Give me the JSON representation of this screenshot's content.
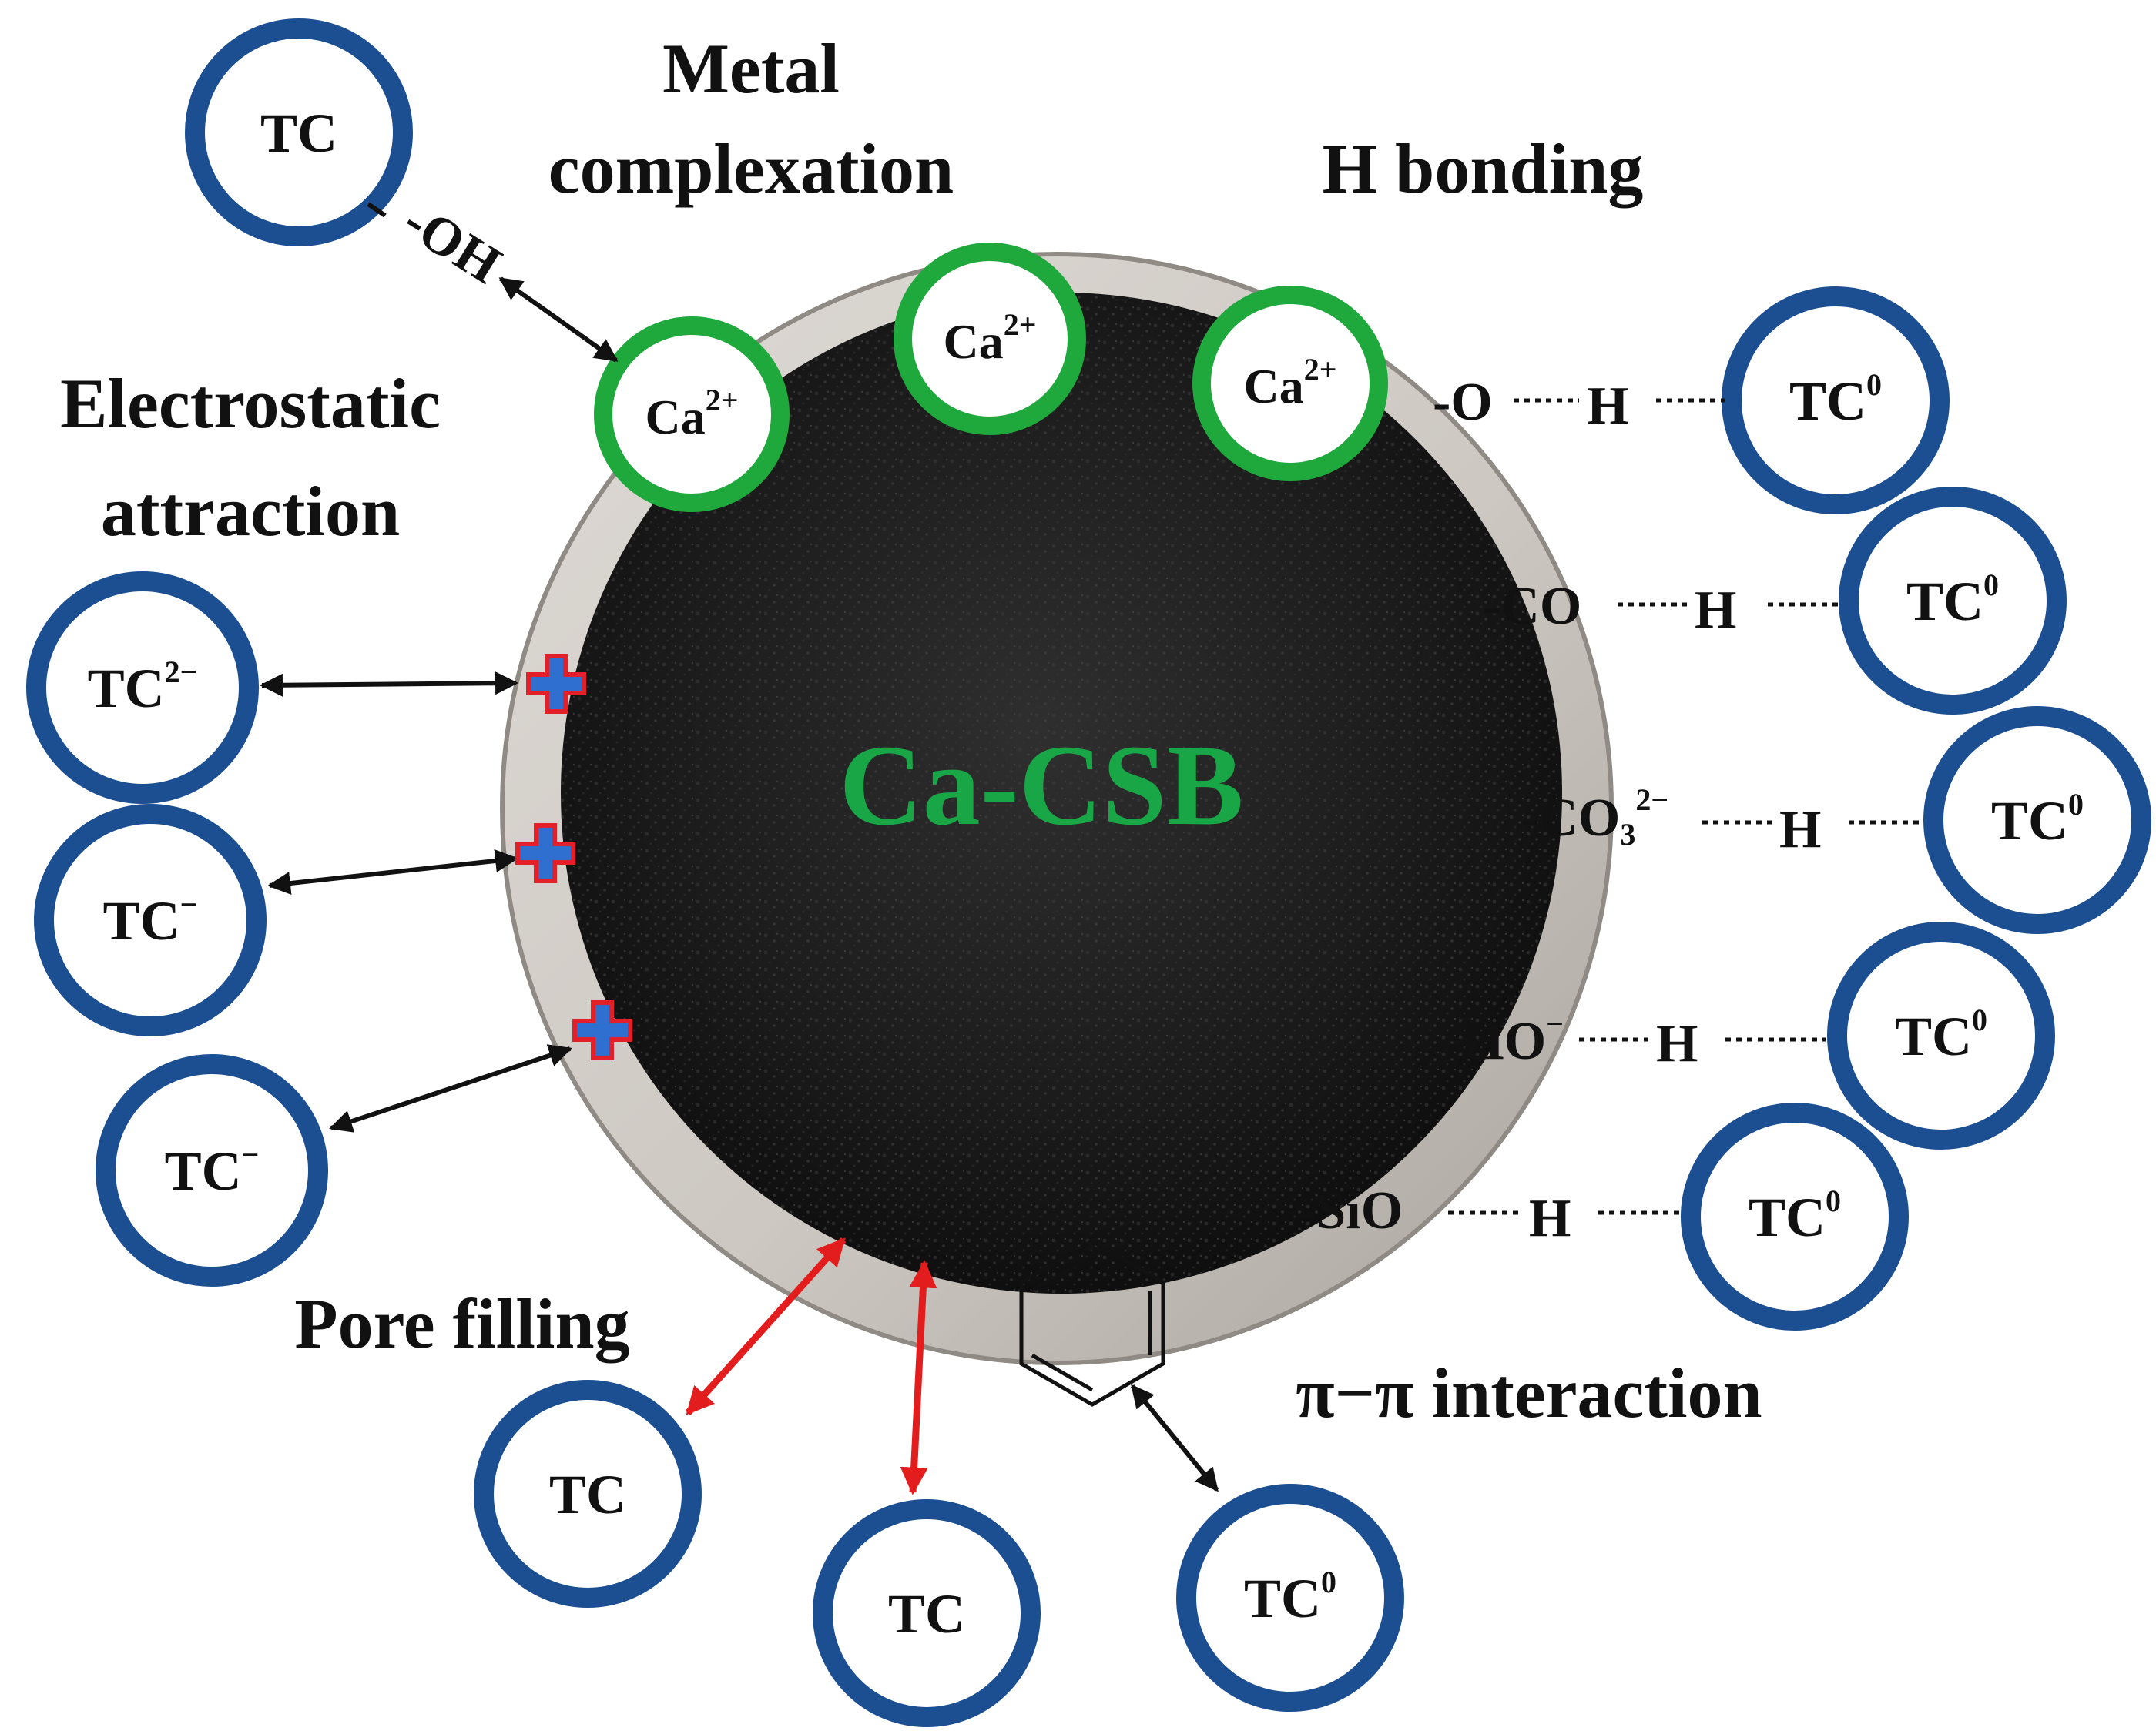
{
  "colors": {
    "tc_ring": "#1c4f91",
    "ca_ring": "#1fa83c",
    "center_text": "#19a647",
    "plus_fill": "#2f6fd0",
    "plus_edge": "#e3202a",
    "pore_arrow": "#e31d1d",
    "arrow": "#111111",
    "shell": "#cfcac4",
    "core": "#1d1d1d"
  },
  "labels": {
    "center": "Ca-CSB",
    "metal_1": "Metal",
    "metal_2": "complexation",
    "h_bonding": "H bonding",
    "electro_1": "Electrostatic",
    "electro_2": "attraction",
    "pore": "Pore filling",
    "pipi": "π−π interaction"
  },
  "ca_ions": [
    {
      "base": "Ca",
      "sup": "2+"
    },
    {
      "base": "Ca",
      "sup": "2+"
    },
    {
      "base": "Ca",
      "sup": "2+"
    }
  ],
  "tc_molecules": {
    "top_left": {
      "base": "TC",
      "sup": ""
    },
    "electro_1": {
      "base": "TC",
      "sup": "2−"
    },
    "electro_2": {
      "base": "TC",
      "sup": "−"
    },
    "electro_3": {
      "base": "TC",
      "sup": "−"
    },
    "pore_1": {
      "base": "TC",
      "sup": ""
    },
    "pore_2": {
      "base": "TC",
      "sup": ""
    },
    "pipi": {
      "base": "TC",
      "sup": "0"
    },
    "hb_1": {
      "base": "TC",
      "sup": "0"
    },
    "hb_2": {
      "base": "TC",
      "sup": "0"
    },
    "hb_3": {
      "base": "TC",
      "sup": "0"
    },
    "hb_4": {
      "base": "TC",
      "sup": "0"
    },
    "hb_5": {
      "base": "TC",
      "sup": "0"
    }
  },
  "groups": {
    "oh": "-OH",
    "o": "-O",
    "co": "-CO",
    "co3": "-CO",
    "co3_sub": "3",
    "co3_sup": "2−",
    "ho": "-HO",
    "ho_sup": "−",
    "sio": "-SiO",
    "h": "H"
  }
}
